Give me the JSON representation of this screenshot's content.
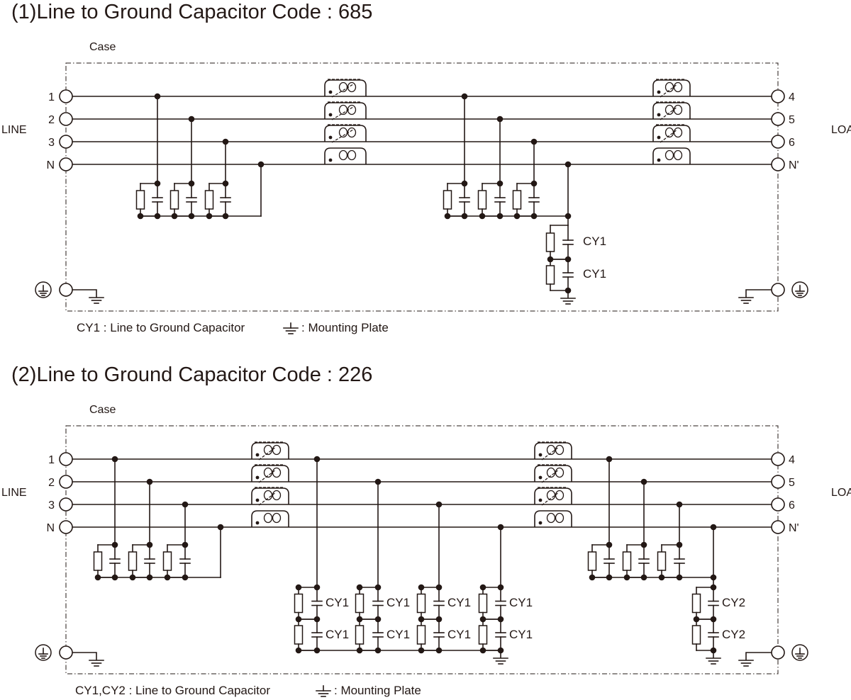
{
  "labels": {
    "line": "LINE",
    "load": "LOAD",
    "case": "Case",
    "in_terminals": [
      "1",
      "2",
      "3",
      "N"
    ],
    "out_terminals": [
      "4",
      "5",
      "6",
      "N'"
    ],
    "mounting_plate": ": Mounting Plate"
  },
  "diagrams": [
    {
      "title": "(1)Line to Ground Capacitor Code : 685",
      "legend": "CY1 : Line to Ground Capacitor",
      "cap_labels": [
        "CY1",
        "CY1"
      ]
    },
    {
      "title": "(2)Line to Ground Capacitor Code : 226",
      "legend": "CY1,CY2 : Line to Ground Capacitor",
      "cap_labels_cy1": [
        "CY1",
        "CY1",
        "CY1",
        "CY1",
        "CY1",
        "CY1",
        "CY1",
        "CY1"
      ],
      "cap_labels_cy2": [
        "CY2",
        "CY2"
      ]
    }
  ],
  "colors": {
    "ink": "#231815",
    "background": "#ffffff"
  }
}
